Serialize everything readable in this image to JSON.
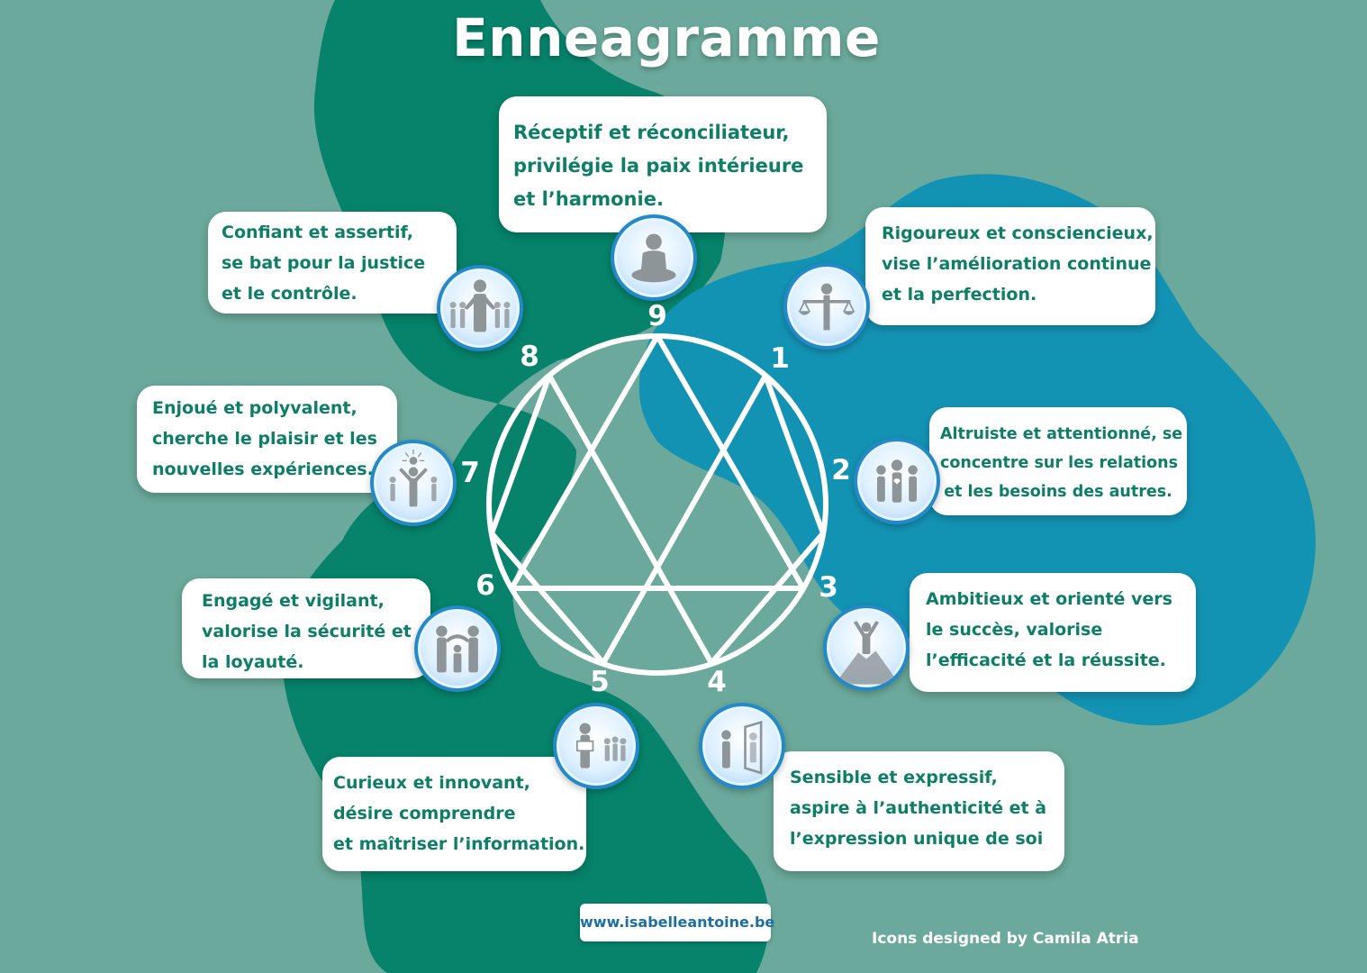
{
  "title": "Enneagramme",
  "colors": {
    "background": "#6aa99b",
    "dark_green_blob": "#06836a",
    "blue_blob": "#1393b4",
    "card_text": "#0d7f66",
    "icon_border": "#2489c8"
  },
  "types": [
    {
      "number": "1",
      "icon": "scales-icon",
      "lines": [
        "Rigoureux et consciencieux,",
        "vise l’amélioration continue",
        "et la perfection."
      ]
    },
    {
      "number": "2",
      "icon": "helper-group-icon",
      "lines": [
        "Altruiste et attentionné, se",
        "concentre sur les relations",
        "et les besoins des autres."
      ]
    },
    {
      "number": "3",
      "icon": "summit-icon",
      "lines": [
        "Ambitieux et orienté vers",
        "le succès, valorise",
        "l’efficacité et la réussite."
      ]
    },
    {
      "number": "4",
      "icon": "mirror-icon",
      "lines": [
        "Sensible et expressif,",
        "aspire à l’authenticité et à",
        "l’expression unique de soi"
      ]
    },
    {
      "number": "5",
      "icon": "reader-icon",
      "lines": [
        "Curieux et innovant,",
        "désire comprendre",
        "et maîtriser l’information."
      ]
    },
    {
      "number": "6",
      "icon": "protector-icon",
      "lines": [
        "Engagé et vigilant,",
        "valorise la sécurité et",
        "la loyauté."
      ]
    },
    {
      "number": "7",
      "icon": "idea-person-icon",
      "lines": [
        "Enjoué et polyvalent,",
        "cherche le plaisir et les",
        "nouvelles expériences."
      ]
    },
    {
      "number": "8",
      "icon": "leader-icon",
      "lines": [
        "Confiant et assertif,",
        "se bat pour la justice",
        "et le contrôle."
      ]
    },
    {
      "number": "9",
      "icon": "meditation-icon",
      "lines": [
        "Réceptif et réconciliateur,",
        "privilégie la paix intérieure",
        "et l’harmonie."
      ]
    }
  ],
  "footer": {
    "website": "www.isabelleantoine.be",
    "credit": "Icons designed by Camila Atria"
  }
}
